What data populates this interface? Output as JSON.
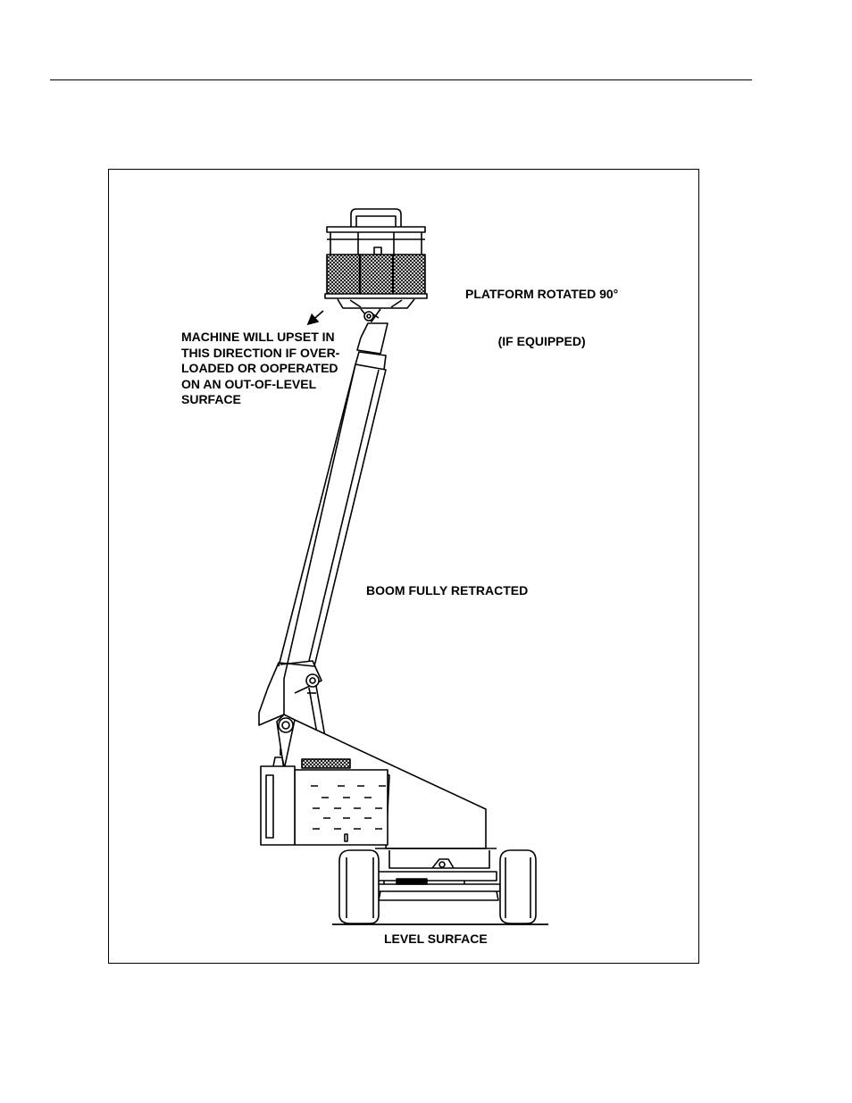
{
  "figure": {
    "labels": {
      "platform_line1": "PLATFORM ROTATED 90°",
      "platform_line2": "(IF EQUIPPED)",
      "upset_warning": "MACHINE WILL UPSET IN\nTHIS DIRECTION IF OVER-\nLOADED OR OOPERATED\nON AN OUT-OF-LEVEL\nSURFACE",
      "boom": "BOOM FULLY RETRACTED",
      "level": "LEVEL SURFACE"
    },
    "colors": {
      "ink": "#000000",
      "paper": "#ffffff"
    }
  }
}
